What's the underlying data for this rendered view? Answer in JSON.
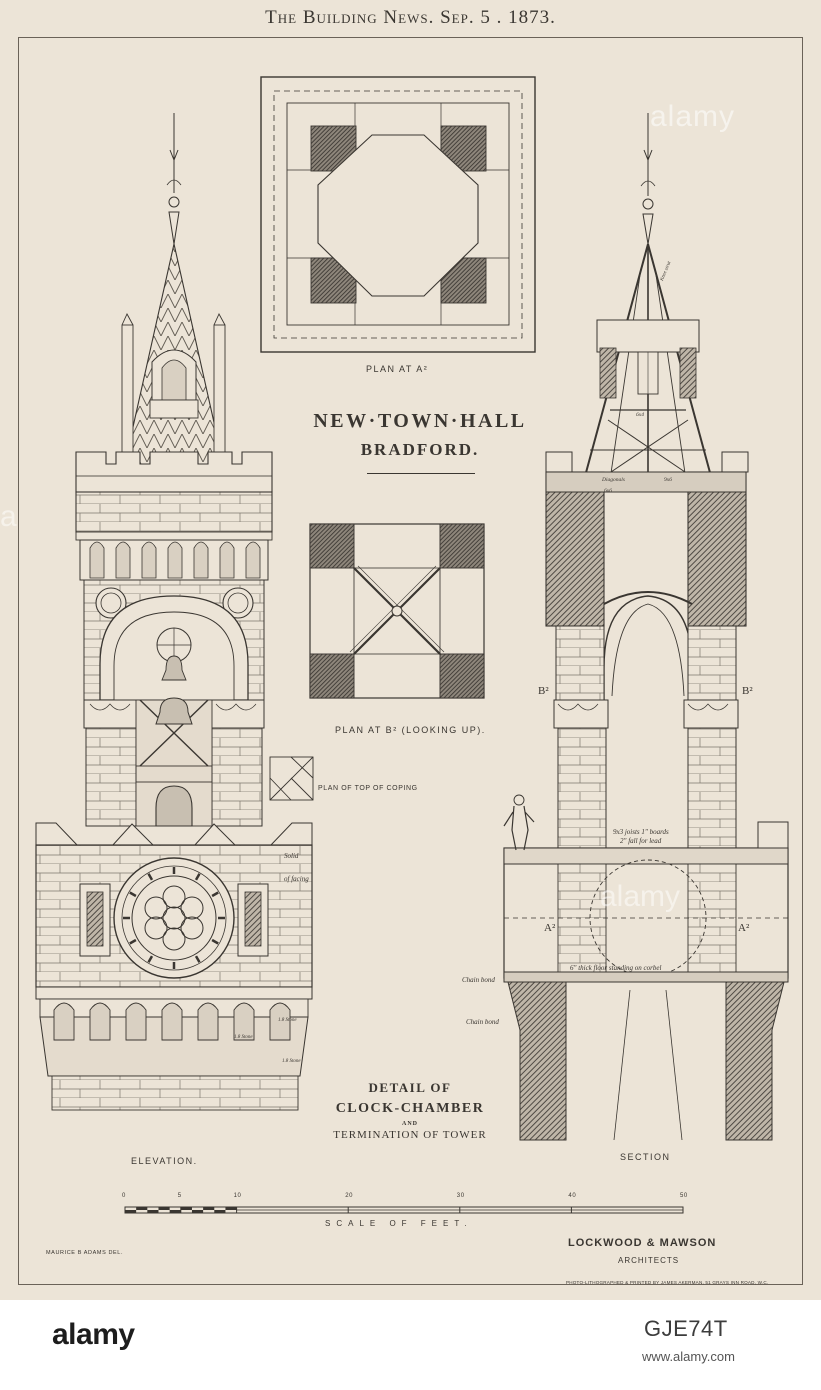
{
  "masthead": "The Building News. Sep. 5 . 1873.",
  "project": {
    "title": "NEW·TOWN·HALL",
    "location": "BRADFORD."
  },
  "captions": {
    "plan_a": "PLAN AT A²",
    "plan_b": "PLAN AT B² (LOOKING UP).",
    "plan_coping": "PLAN OF TOP OF COPING",
    "elevation": "ELEVATION.",
    "section": "SECTION"
  },
  "detail": {
    "line1": "DETAIL OF",
    "line2": "CLOCK-CHAMBER",
    "line3": "AND",
    "line4": "TERMINATION OF TOWER"
  },
  "scale": {
    "label": "SCALE OF FEET.",
    "ticks": [
      "0",
      "5",
      "10",
      "20",
      "30",
      "40",
      "50"
    ],
    "tick_values": [
      0,
      5,
      10,
      20,
      30,
      40,
      50
    ],
    "max": 50
  },
  "credits": {
    "draughtsman": "MAURICE B ADAMS DEL.",
    "architects_name": "LOCKWOOD & MAWSON",
    "architects_role": "ARCHITECTS",
    "printer": "PHOTO-LITHOGRAPHED & PRINTED BY JAMES AKERMAN, 51 GRAYS INN ROAD, W.C."
  },
  "section_labels": {
    "b2_left": "B²",
    "b2_right": "B²",
    "a2_left": "A²",
    "a2_right": "A²"
  },
  "annotations": {
    "solid": "Solid",
    "facing": "of facing",
    "chain_bond_1": "Chain bond",
    "chain_bond_2": "Chain bond",
    "joists": "9x3 joists 1\" boards",
    "joists_2": "2\" fall for lead",
    "floor": "6\" thick floor standing on corbel",
    "diagonals": "Diagonals",
    "dim_6x6": "6x6",
    "dim_6x4": "6x4",
    "dim_9x6": "9x6",
    "knee_strut": "Knee strut",
    "stone_1": "1.8 Stone",
    "stone_2": "1.8 Stone",
    "stone_3": "1.8 Stone"
  },
  "watermark": {
    "text": "alamy",
    "text_mid": "alamy",
    "text_left": "a"
  },
  "footer": {
    "logo": "alamy",
    "image_id": "GJE74T",
    "url": "www.alamy.com"
  },
  "colors": {
    "paper": "#ece4d7",
    "ink": "#3a3631",
    "hatch": "#57524b",
    "footer_bg": "#ffffff"
  }
}
